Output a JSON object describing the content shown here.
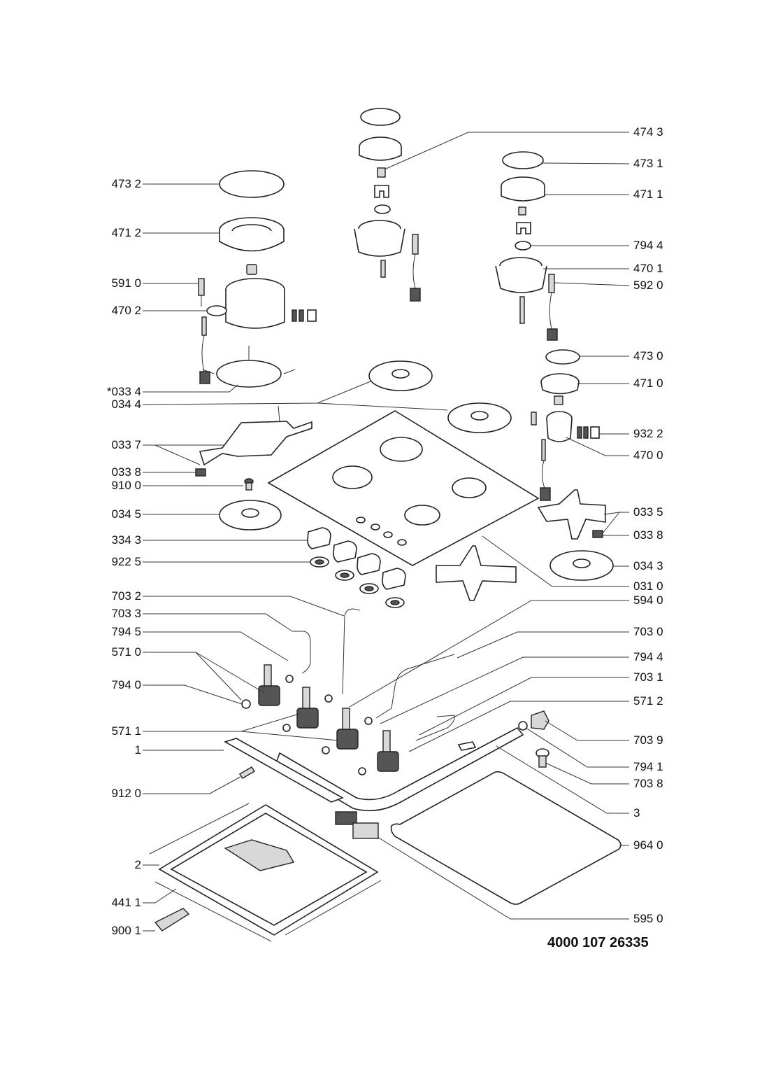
{
  "document_number": "4000 107 26335",
  "labels_left": [
    {
      "key": "l4732",
      "text": "473 2"
    },
    {
      "key": "l4712",
      "text": "471 2"
    },
    {
      "key": "l5910",
      "text": "591 0"
    },
    {
      "key": "l4702",
      "text": "470 2"
    },
    {
      "key": "l0334",
      "text": "*033 4"
    },
    {
      "key": "l0344",
      "text": "034 4"
    },
    {
      "key": "l0337",
      "text": "033 7"
    },
    {
      "key": "l0338a",
      "text": "033 8"
    },
    {
      "key": "l9100",
      "text": "910 0"
    },
    {
      "key": "l0345",
      "text": "034 5"
    },
    {
      "key": "l3343",
      "text": "334 3"
    },
    {
      "key": "l9225",
      "text": "922 5"
    },
    {
      "key": "l7032",
      "text": "703 2"
    },
    {
      "key": "l7033",
      "text": "703 3"
    },
    {
      "key": "l7945",
      "text": "794 5"
    },
    {
      "key": "l5710",
      "text": "571 0"
    },
    {
      "key": "l7940",
      "text": "794 0"
    },
    {
      "key": "l5711",
      "text": "571 1"
    },
    {
      "key": "l1",
      "text": "1"
    },
    {
      "key": "l9120",
      "text": "912 0"
    },
    {
      "key": "l2",
      "text": "2"
    },
    {
      "key": "l4411",
      "text": "441 1"
    },
    {
      "key": "l9001",
      "text": "900 1"
    }
  ],
  "labels_right": [
    {
      "key": "r4743",
      "text": "474 3"
    },
    {
      "key": "r4731",
      "text": "473 1"
    },
    {
      "key": "r4711",
      "text": "471 1"
    },
    {
      "key": "r7944a",
      "text": "794 4"
    },
    {
      "key": "r4701",
      "text": "470 1"
    },
    {
      "key": "r5920",
      "text": "592 0"
    },
    {
      "key": "r4730",
      "text": "473 0"
    },
    {
      "key": "r4710",
      "text": "471 0"
    },
    {
      "key": "r9322",
      "text": "932 2"
    },
    {
      "key": "r4700",
      "text": "470 0"
    },
    {
      "key": "r0335",
      "text": "033 5"
    },
    {
      "key": "r0338b",
      "text": "033 8"
    },
    {
      "key": "r0343",
      "text": "034 3"
    },
    {
      "key": "r0310",
      "text": "031 0"
    },
    {
      "key": "r5940",
      "text": "594 0"
    },
    {
      "key": "r7030",
      "text": "703 0"
    },
    {
      "key": "r7944b",
      "text": "794 4"
    },
    {
      "key": "r7031",
      "text": "703 1"
    },
    {
      "key": "r5712",
      "text": "571 2"
    },
    {
      "key": "r7039",
      "text": "703 9"
    },
    {
      "key": "r7941",
      "text": "794 1"
    },
    {
      "key": "r7038",
      "text": "703 8"
    },
    {
      "key": "r3",
      "text": "3"
    },
    {
      "key": "r9640",
      "text": "964 0"
    },
    {
      "key": "r5950",
      "text": "595 0"
    }
  ]
}
